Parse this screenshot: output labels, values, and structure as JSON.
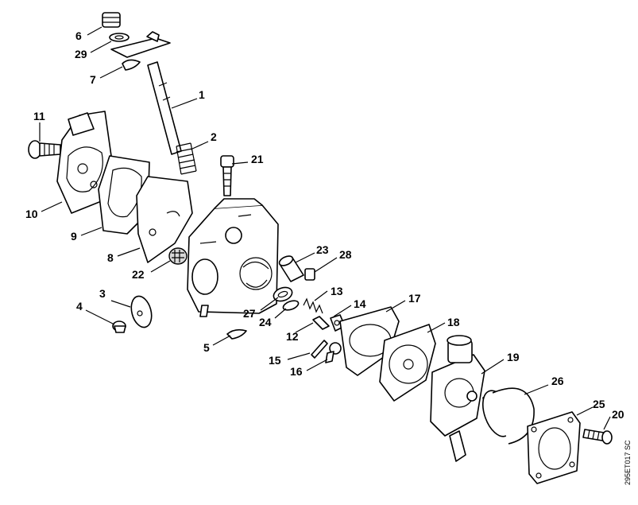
{
  "diagram": {
    "drawing_code": "295ET017 SC",
    "callouts": [
      "1",
      "2",
      "3",
      "4",
      "5",
      "6",
      "7",
      "8",
      "9",
      "10",
      "11",
      "12",
      "13",
      "14",
      "15",
      "16",
      "17",
      "18",
      "19",
      "20",
      "21",
      "22",
      "23",
      "24",
      "25",
      "26",
      "27",
      "28",
      "29"
    ]
  }
}
